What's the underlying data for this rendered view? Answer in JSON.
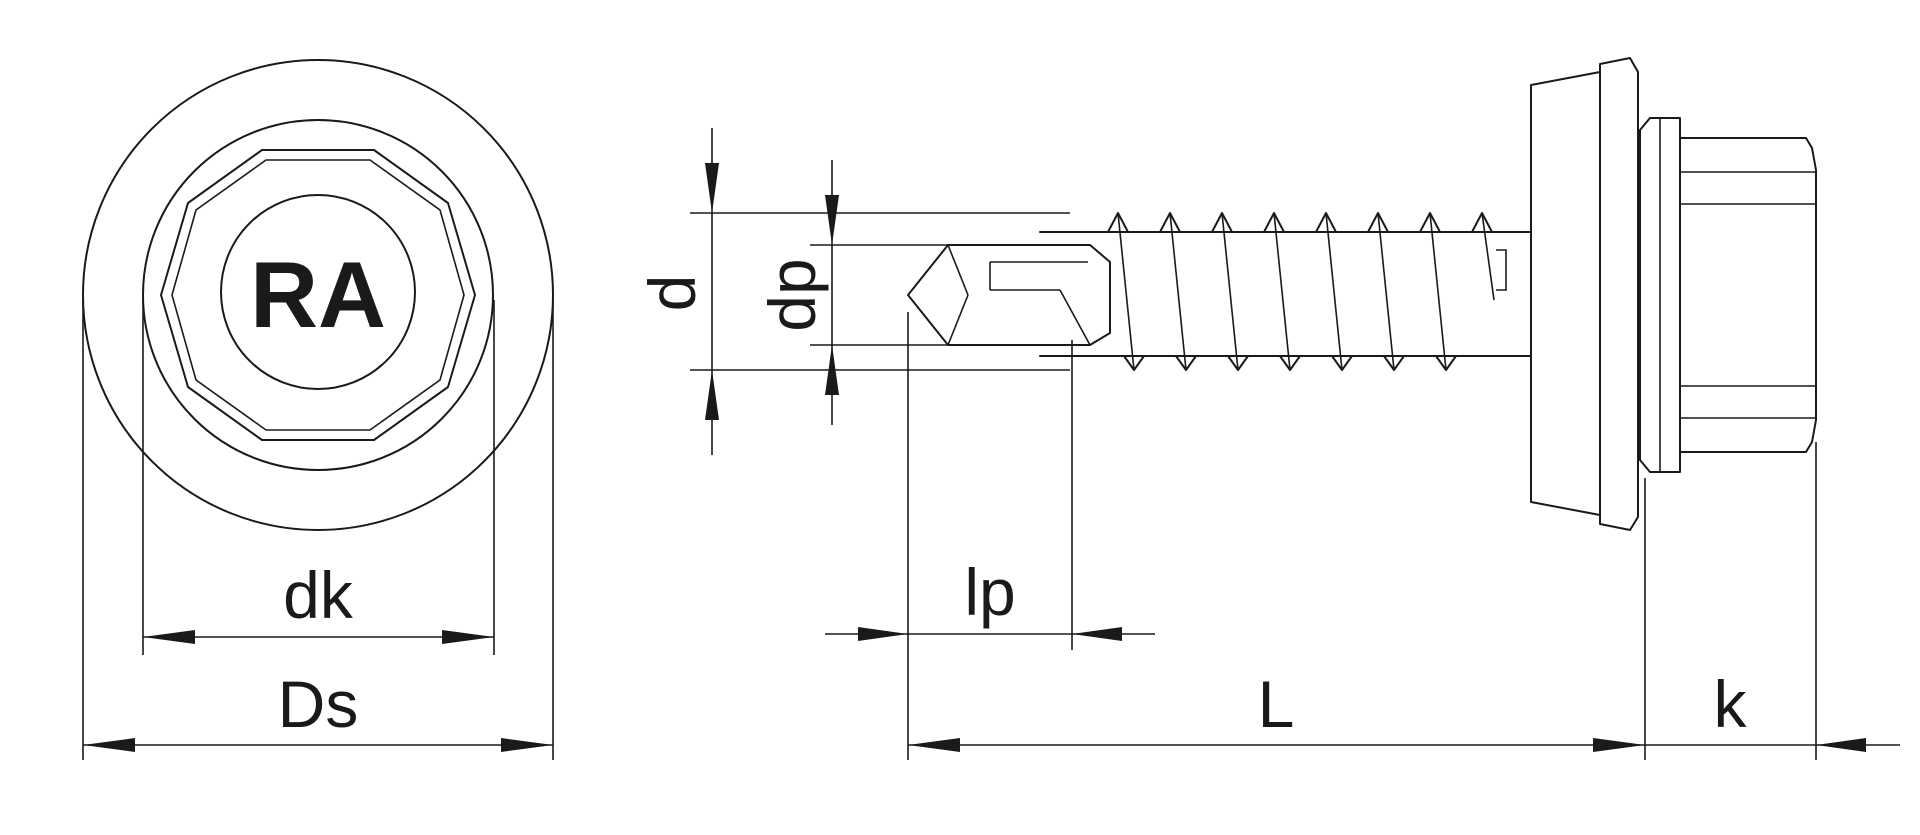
{
  "head_marking": "RA",
  "dimensions": {
    "dk": "dk",
    "Ds": "Ds",
    "d": "d",
    "dp": "dp",
    "lp": "lp",
    "L": "L",
    "k": "k"
  }
}
